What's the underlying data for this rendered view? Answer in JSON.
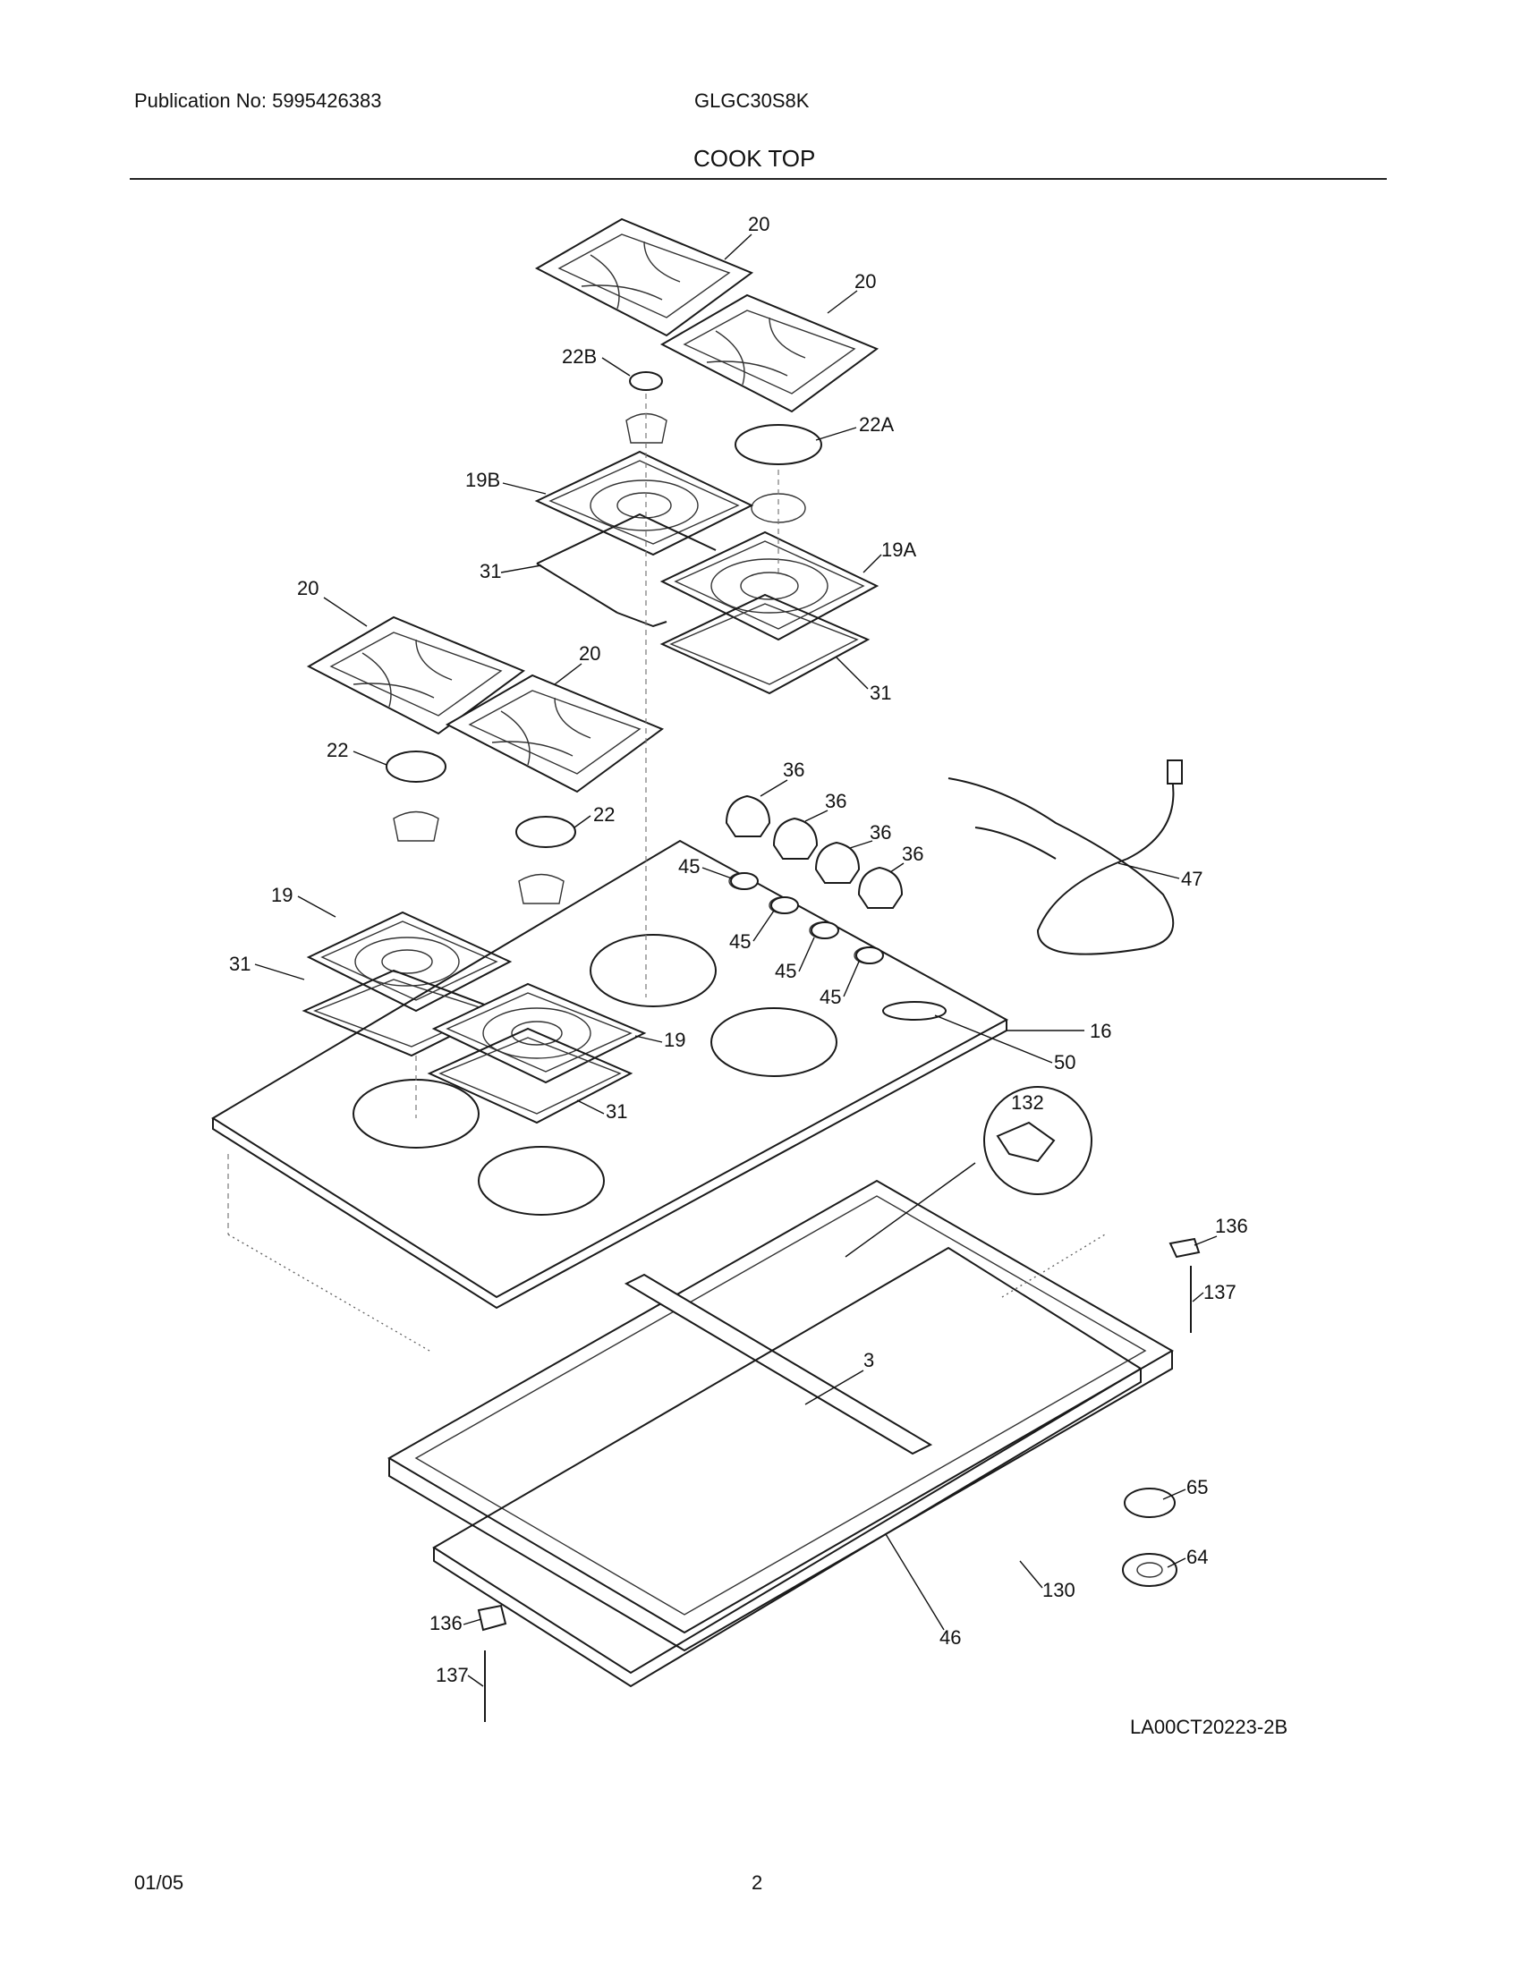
{
  "header": {
    "publication": "Publication No: 5995426383",
    "model": "GLGC30S8K",
    "title": "COOK TOP"
  },
  "diagram": {
    "code": "LA00CT20223-2B",
    "callouts": {
      "c20a": "20",
      "c20b": "20",
      "c20c": "20",
      "c20d": "20",
      "c22b": "22B",
      "c22a": "22A",
      "c19b": "19B",
      "c19a": "19A",
      "c31a": "31",
      "c31b": "31",
      "c31c": "31",
      "c31d": "31",
      "c22c": "22",
      "c22d": "22",
      "c19c": "19",
      "c19d": "19",
      "c36a": "36",
      "c36b": "36",
      "c36c": "36",
      "c36d": "36",
      "c45a": "45",
      "c45b": "45",
      "c45c": "45",
      "c45d": "45",
      "c47": "47",
      "c16": "16",
      "c50": "50",
      "c132": "132",
      "c136a": "136",
      "c137a": "137",
      "c3": "3",
      "c65": "65",
      "c64": "64",
      "c130": "130",
      "c46": "46",
      "c136b": "136",
      "c137b": "137"
    }
  },
  "footer": {
    "date": "01/05",
    "page": "2"
  }
}
